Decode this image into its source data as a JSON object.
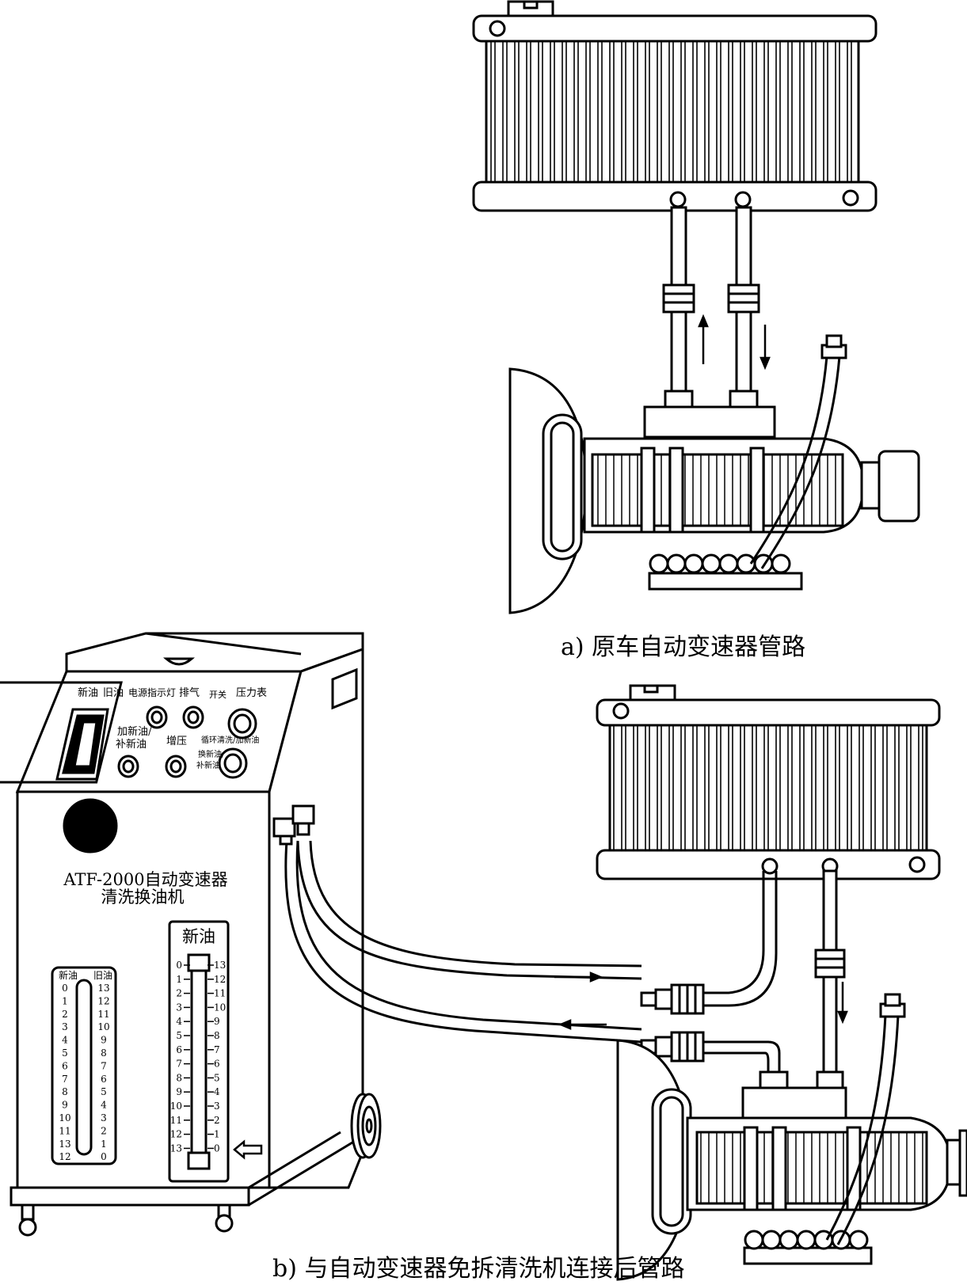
{
  "figure_a": {
    "caption": "a) 原车自动变速器管路"
  },
  "figure_b": {
    "caption": "b) 与自动变速器免拆清洗机连接后管路",
    "machine": {
      "name_line1": "ATF-2000自动变速器",
      "name_line2": "清洗换油机",
      "panel": {
        "new_oil": "新油",
        "old_oil": "旧油",
        "power_light": "电源指示灯",
        "vent": "排气",
        "switch": "开关",
        "pressure_gauge": "压力表",
        "add_new_oil_1": "加新油/",
        "add_new_oil_2": "补新油",
        "boost": "增压",
        "cycle_clean": "循环清洗/加新油",
        "exchange_1": "换新油/",
        "exchange_2": "补新油"
      },
      "left_gauge": {
        "head_left": "新油",
        "head_right": "旧油",
        "left_scale": [
          "0",
          "1",
          "2",
          "3",
          "4",
          "5",
          "6",
          "7",
          "8",
          "9",
          "10",
          "11",
          "13",
          "12"
        ],
        "right_scale": [
          "13",
          "12",
          "11",
          "10",
          "9",
          "8",
          "7",
          "6",
          "5",
          "4",
          "3",
          "2",
          "1",
          "0"
        ]
      },
      "right_gauge": {
        "title": "新油",
        "left_scale": [
          "0",
          "1",
          "2",
          "3",
          "4",
          "5",
          "6",
          "7",
          "8",
          "9",
          "10",
          "11",
          "12",
          "13"
        ],
        "right_scale": [
          "13",
          "12",
          "11",
          "10",
          "9",
          "8",
          "7",
          "6",
          "5",
          "4",
          "3",
          "2",
          "1",
          "0"
        ]
      }
    }
  }
}
